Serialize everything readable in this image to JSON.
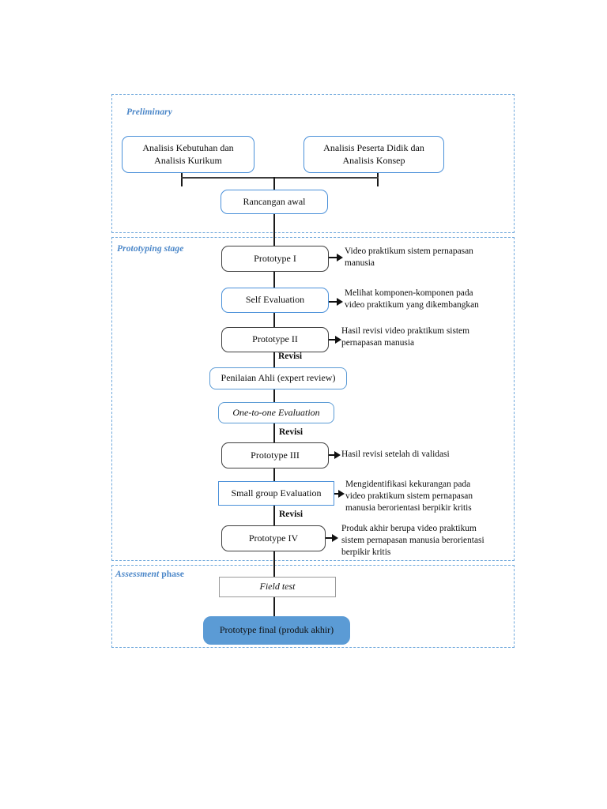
{
  "diagram": {
    "title": "Development research flow diagram",
    "colors": {
      "phase_border": "#6FA8DC",
      "phase_label": "#4A86C8",
      "blue_node_border": "#4A90D9",
      "dark_node_border": "#3F3F3F",
      "final_fill": "#5B9BD5",
      "connector": "#1A1A1A"
    }
  },
  "phases": [
    {
      "id": "preliminary",
      "label_italic": "Preliminary",
      "label_plain": ""
    },
    {
      "id": "prototyping",
      "label_italic": "Prototyping stage",
      "label_plain": ""
    },
    {
      "id": "assessment",
      "label_italic": "Assessment",
      "label_plain": " phase"
    }
  ],
  "nodes": {
    "analisis_kebutuhan": "Analisis Kebutuhan dan\nAnalisis Kurikum",
    "analisis_peserta": "Analisis Peserta Didik dan\nAnalisis Konsep",
    "rancangan_awal": "Rancangan awal",
    "prototype_1": "Prototype I",
    "self_evaluation": "Self Evaluation",
    "prototype_2": "Prototype II",
    "penilaian_ahli": "Penilaian Ahli (expert review)",
    "one_to_one": "One-to-one Evaluation",
    "prototype_3": "Prototype III",
    "small_group": "Small group Evaluation",
    "prototype_4": "Prototype IV",
    "field_test": "Field test",
    "prototype_final": "Prototype final (produk akhir)"
  },
  "annotations": {
    "prototype_1": "Video praktikum sistem pernapasan\nmanusia",
    "self_evaluation": "Melihat komponen-komponen pada\nvideo praktikum yang dikembangkan",
    "prototype_2": "Hasil revisi video praktikum sistem\npernapasan manusia",
    "prototype_3": "Hasil revisi setelah di validasi",
    "small_group": "Mengidentifikasi kekurangan pada\nvideo praktikum sistem pernapasan\nmanusia berorientasi berpikir kritis",
    "prototype_4": "Produk akhir berupa video praktikum\nsistem pernapasan manusia berorientasi\nberpikir kritis"
  },
  "revisi_labels": {
    "after_prototype_2": "Revisi",
    "after_one_to_one": "Revisi",
    "after_small_group": "Revisi"
  }
}
